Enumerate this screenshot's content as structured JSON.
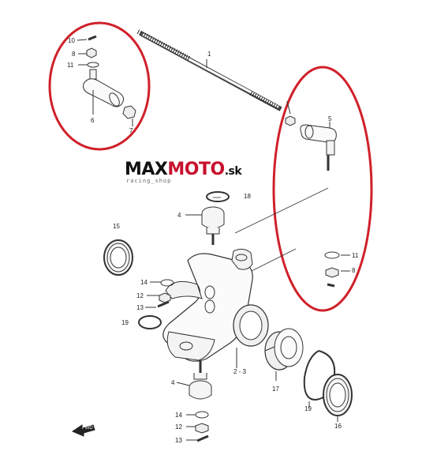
{
  "logo": {
    "part1": "MAX",
    "part2": "MOTO",
    "part3": "",
    "suffix": ".sk",
    "tagline": "racing_shop"
  },
  "highlight_color": "#d0202a",
  "labels": {
    "l1": "1",
    "l10": "10",
    "l8a": "8",
    "l11a": "11",
    "l6": "6",
    "l7": "7",
    "l5": "5",
    "l18": "18",
    "l4a": "4",
    "l15": "15",
    "l11b": "11",
    "l8b": "8",
    "l14a": "14",
    "l12a": "12",
    "l13a": "13",
    "l19a": "19",
    "l23": "2 - 3",
    "l17": "17",
    "l19b": "19",
    "l16": "16",
    "l4b": "4",
    "l14b": "14",
    "l12b": "12",
    "l13b": "13"
  },
  "front_arrow_label": "FWD"
}
